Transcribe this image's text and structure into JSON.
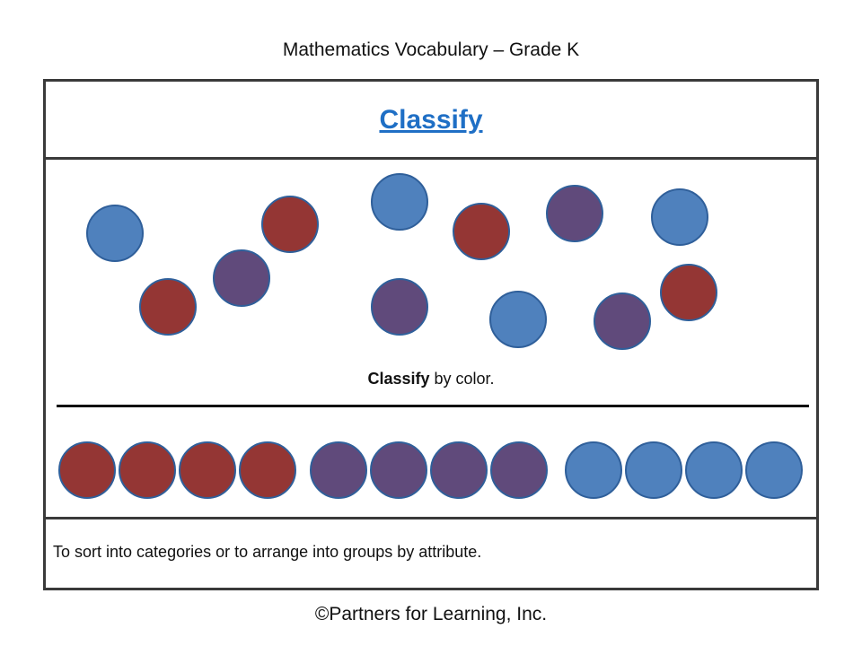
{
  "header": {
    "title": "Mathematics Vocabulary – Grade K"
  },
  "word": {
    "title": "Classify"
  },
  "caption": {
    "bold": "Classify",
    "rest": " by color."
  },
  "definition": {
    "text": "To sort into categories or to arrange into groups by attribute."
  },
  "footer": {
    "text": "©Partners for Learning, Inc."
  },
  "colors": {
    "red": "#943634",
    "purple": "#604a7b",
    "blue": "#4f81bd",
    "outline": "#2f5f9a",
    "title": "#1f6fc5"
  },
  "scattered_circles": [
    "blue",
    "red",
    "purple",
    "red",
    "blue",
    "purple",
    "red",
    "blue",
    "purple",
    "purple",
    "blue",
    "red"
  ],
  "sorted_groups": [
    {
      "color": "red",
      "count": 4
    },
    {
      "color": "purple",
      "count": 4
    },
    {
      "color": "blue",
      "count": 4
    }
  ]
}
